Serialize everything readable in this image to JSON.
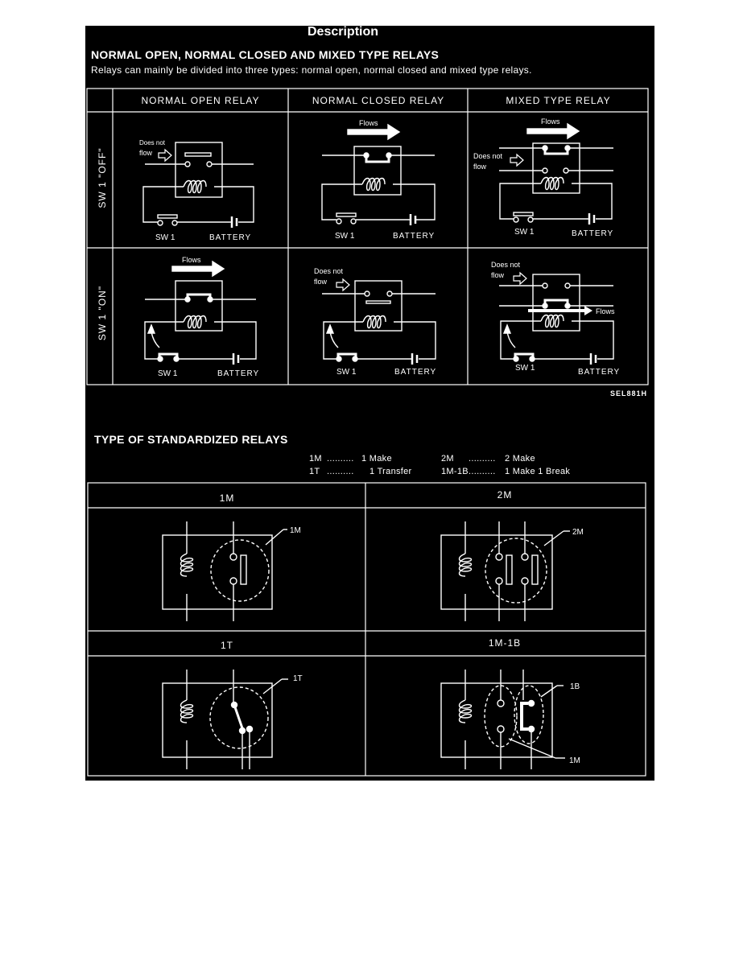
{
  "header": {
    "title": "Description",
    "section1_heading": "NORMAL OPEN, NORMAL CLOSED AND MIXED TYPE RELAYS",
    "intro": "Relays can mainly be divided into three types: normal open, normal closed and mixed type relays."
  },
  "relay_table": {
    "columns": [
      "NORMAL OPEN RELAY",
      "NORMAL CLOSED RELAY",
      "MIXED TYPE RELAY"
    ],
    "rows": [
      "SW 1 \"OFF\"",
      "SW 1 \"ON\""
    ],
    "labels": {
      "sw": "SW 1",
      "battery": "BATTERY",
      "flows": "Flows",
      "does_not": "Does not",
      "flow": "flow"
    },
    "figure_code": "SEL881H"
  },
  "standardized": {
    "heading": "TYPE OF STANDARDIZED RELAYS",
    "legend": [
      {
        "code": "1M",
        "dots": "..........",
        "meaning": "1 Make"
      },
      {
        "code": "2M",
        "dots": "..........",
        "meaning": "2 Make"
      },
      {
        "code": "1T",
        "dots": "..........",
        "meaning": "1 Transfer"
      },
      {
        "code": "1M-1B",
        "dots": "..........",
        "meaning": "1 Make 1 Break"
      }
    ],
    "cells": [
      {
        "title": "1M",
        "callout": "1M"
      },
      {
        "title": "2M",
        "callout": "2M"
      },
      {
        "title": "1T",
        "callout": "1T"
      },
      {
        "title": "1M-1B",
        "callout_a": "1B",
        "callout_b": "1M"
      }
    ]
  }
}
